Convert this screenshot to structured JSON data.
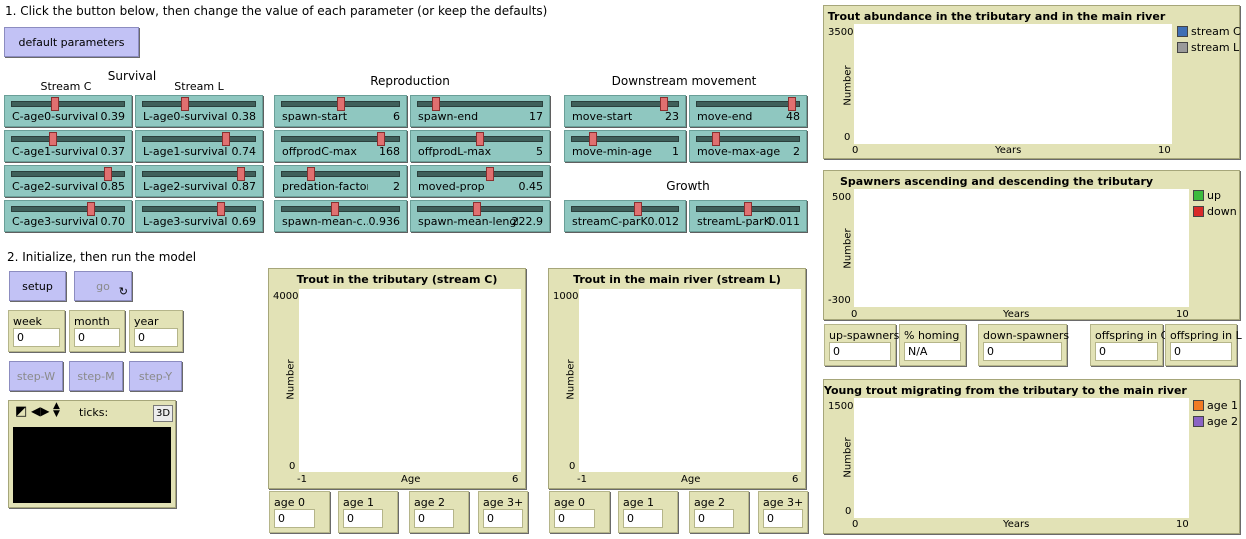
{
  "instructions": {
    "step1": "1. Click the button below, then change the value of each parameter (or keep the defaults)",
    "step2": "2. Initialize, then run the model"
  },
  "buttons": {
    "default_parameters": "default parameters",
    "setup": "setup",
    "go": "go",
    "step_w": "step-W",
    "step_m": "step-M",
    "step_y": "step-Y"
  },
  "headings": {
    "survival": "Survival",
    "stream_c": "Stream C",
    "stream_l": "Stream L",
    "reproduction": "Reproduction",
    "downstream": "Downstream movement",
    "growth": "Growth"
  },
  "sliders": {
    "c_age0": {
      "label": "C-age0-survival",
      "value": "0.39",
      "level": 0.39
    },
    "l_age0": {
      "label": "L-age0-survival",
      "value": "0.38",
      "level": 0.38
    },
    "c_age1": {
      "label": "C-age1-survival",
      "value": "0.37",
      "level": 0.37
    },
    "l_age1": {
      "label": "L-age1-survival",
      "value": "0.74",
      "level": 0.74
    },
    "c_age2": {
      "label": "C-age2-survival",
      "value": "0.85",
      "level": 0.85
    },
    "l_age2": {
      "label": "L-age2-survival",
      "value": "0.87",
      "level": 0.87
    },
    "c_age3": {
      "label": "C-age3-survival",
      "value": "0.70",
      "level": 0.7
    },
    "l_age3": {
      "label": "L-age3-survival",
      "value": "0.69",
      "level": 0.69
    },
    "spawn_start": {
      "label": "spawn-start",
      "value": "6",
      "level": 0.5
    },
    "spawn_end": {
      "label": "spawn-end",
      "value": "17",
      "level": 0.15
    },
    "offprod_c": {
      "label": "offprodC-max",
      "value": "168",
      "level": 0.84
    },
    "offprod_l": {
      "label": "offprodL-max",
      "value": "5",
      "level": 0.5
    },
    "predation": {
      "label": "predation-factor",
      "value": "2",
      "level": 0.25
    },
    "moved_prop": {
      "label": "moved-prop",
      "value": "0.45",
      "level": 0.58
    },
    "spawn_mean_c": {
      "label": "spawn-mean-c…",
      "value": "0.936",
      "level": 0.45
    },
    "spawn_mean_l": {
      "label": "spawn-mean-length",
      "value": "222.9",
      "level": 0.48
    },
    "move_start": {
      "label": "move-start",
      "value": "23",
      "level": 0.86
    },
    "move_end": {
      "label": "move-end",
      "value": "48",
      "level": 0.92
    },
    "move_min_age": {
      "label": "move-min-age",
      "value": "1",
      "level": 0.2
    },
    "move_max_age": {
      "label": "move-max-age",
      "value": "2",
      "level": 0.19
    },
    "streamc_park": {
      "label": "streamC-parK",
      "value": "0.012",
      "level": 0.62
    },
    "streaml_park": {
      "label": "streamL-parK",
      "value": "0.011",
      "level": 0.5
    }
  },
  "monitors": {
    "week": {
      "label": "week",
      "value": "0"
    },
    "month": {
      "label": "month",
      "value": "0"
    },
    "year": {
      "label": "year",
      "value": "0"
    },
    "up_spawners": {
      "label": "up-spawners",
      "value": "0"
    },
    "homing": {
      "label": "% homing",
      "value": "N/A"
    },
    "down_spawners": {
      "label": "down-spawners",
      "value": "0"
    },
    "offspring_c": {
      "label": "offspring in C",
      "value": "0"
    },
    "offspring_l": {
      "label": "offspring in L",
      "value": "0"
    },
    "c_age0": {
      "label": "age 0",
      "value": "0"
    },
    "c_age1": {
      "label": "age 1",
      "value": "0"
    },
    "c_age2": {
      "label": "age 2",
      "value": "0"
    },
    "c_age3": {
      "label": "age 3+",
      "value": "0"
    },
    "l_age0": {
      "label": "age 0",
      "value": "0"
    },
    "l_age1": {
      "label": "age 1",
      "value": "0"
    },
    "l_age2": {
      "label": "age 2",
      "value": "0"
    },
    "l_age3": {
      "label": "age 3+",
      "value": "0"
    }
  },
  "view": {
    "ticks_label": "ticks:",
    "btn_3d": "3D",
    "icons": [
      "square-split-icon",
      "arrows-horizontal-icon",
      "arrows-vertical-icon"
    ]
  },
  "colors": {
    "button": "#c2c2f5",
    "slider": "#8fc7c0",
    "monitor": "#e2e2b6",
    "stream_c": "#3f6fb5",
    "stream_l": "#9a9a9a",
    "up": "#3dbb3d",
    "down": "#d82a2a",
    "age1": "#f07a24",
    "age2": "#8a63c4"
  },
  "chart_data": [
    {
      "type": "line",
      "title": "Trout abundance in the tributary and in the main river",
      "xlabel": "Years",
      "ylabel": "Number",
      "xlim": [
        0,
        10
      ],
      "ylim": [
        0,
        3500
      ],
      "x_ticks": [
        "0",
        "10"
      ],
      "y_ticks": [
        "3500",
        "0"
      ],
      "legend": "top-right",
      "series": [
        {
          "name": "stream C",
          "values": []
        },
        {
          "name": "stream L",
          "values": []
        }
      ]
    },
    {
      "type": "line",
      "title": "Spawners ascending and descending the tributary",
      "xlabel": "Years",
      "ylabel": "Number",
      "xlim": [
        0,
        10
      ],
      "ylim": [
        -300,
        500
      ],
      "x_ticks": [
        "0",
        "10"
      ],
      "y_ticks": [
        "500",
        "-300"
      ],
      "legend": "top-right",
      "series": [
        {
          "name": "up",
          "values": []
        },
        {
          "name": "down",
          "values": []
        }
      ]
    },
    {
      "type": "line",
      "title": "Young trout migrating from the tributary to the main river",
      "xlabel": "Years",
      "ylabel": "Number",
      "xlim": [
        0,
        10
      ],
      "ylim": [
        0,
        1500
      ],
      "x_ticks": [
        "0",
        "10"
      ],
      "y_ticks": [
        "1500",
        "0"
      ],
      "legend": "top-right",
      "series": [
        {
          "name": "age 1",
          "values": []
        },
        {
          "name": "age 2",
          "values": []
        }
      ]
    },
    {
      "type": "bar",
      "title": "Trout in the tributary (stream C)",
      "xlabel": "Age",
      "ylabel": "Number",
      "xlim": [
        -1,
        6
      ],
      "ylim": [
        0,
        4000
      ],
      "x_ticks": [
        "-1",
        "6"
      ],
      "y_ticks": [
        "4000",
        "0"
      ],
      "values": []
    },
    {
      "type": "bar",
      "title": "Trout in the main river (stream L)",
      "xlabel": "Age",
      "ylabel": "Number",
      "xlim": [
        -1,
        6
      ],
      "ylim": [
        0,
        1000
      ],
      "x_ticks": [
        "-1",
        "6"
      ],
      "y_ticks": [
        "1000",
        "0"
      ],
      "values": []
    }
  ]
}
